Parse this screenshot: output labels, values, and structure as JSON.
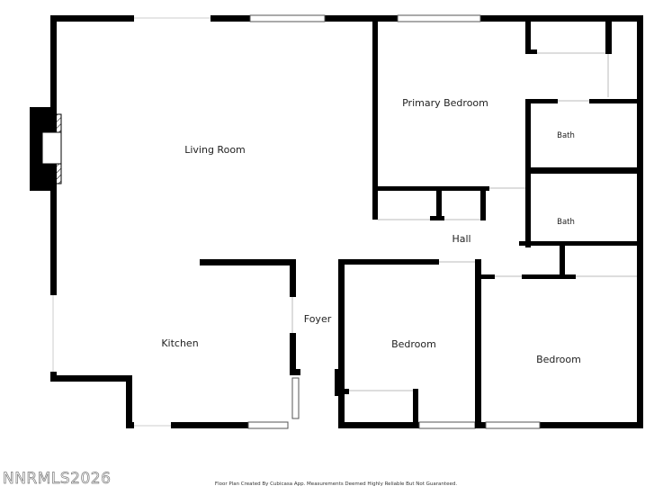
{
  "rooms": {
    "living_room": "Living Room",
    "primary_bedroom": "Primary Bedroom",
    "bath_1": "Bath",
    "bath_2": "Bath",
    "hall": "Hall",
    "foyer": "Foyer",
    "kitchen": "Kitchen",
    "bedroom_1": "Bedroom",
    "bedroom_2": "Bedroom"
  },
  "footer": {
    "disclaimer": "Floor Plan Created By Cubicasa App. Measurements Deemed Highly Reliable But Not Guaranteed."
  },
  "watermark": {
    "text": "NNRMLS2026"
  },
  "colors": {
    "wall": "#000000",
    "background": "#ffffff",
    "window": "#888888"
  }
}
